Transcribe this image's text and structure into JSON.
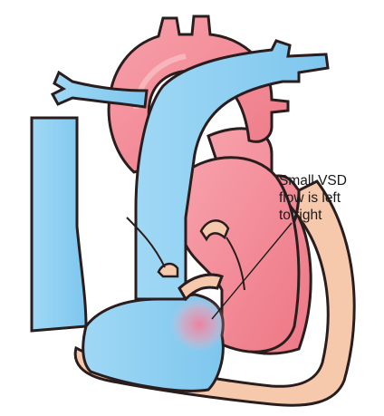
{
  "annotation": {
    "lines": [
      "Small VSD",
      "flow is left",
      "to right"
    ]
  },
  "colors": {
    "oxygenated": "#f28a97",
    "deoxygenated": "#8fd0f2",
    "wall": "#f6c9ad",
    "outline": "#2a1d1d",
    "shunt": "#f07f9a"
  }
}
